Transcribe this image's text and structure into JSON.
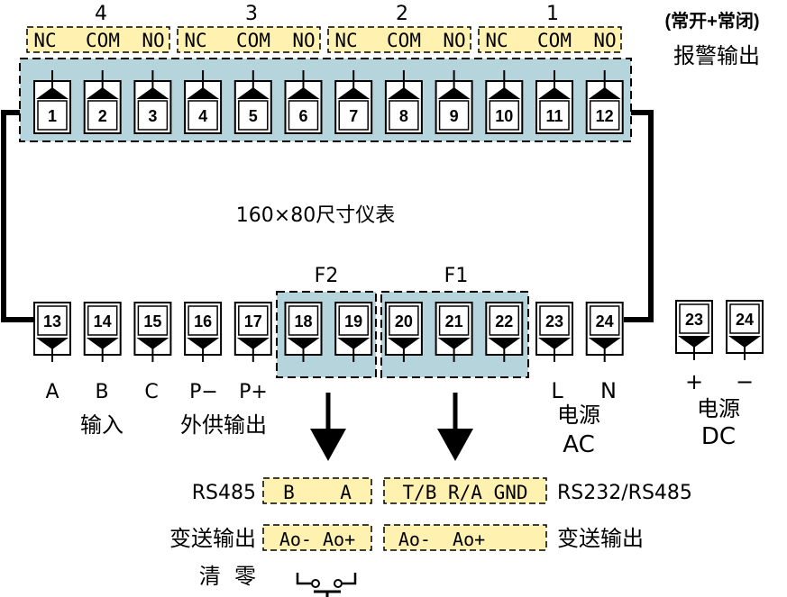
{
  "diagram": {
    "title": "160×80尺寸仪表",
    "alarm": {
      "caption_line1": "(常开+常闭)",
      "caption_line2": "报警输出",
      "relays": [
        {
          "number": "4",
          "contacts": [
            "NC",
            "COM",
            "NO"
          ]
        },
        {
          "number": "3",
          "contacts": [
            "NC",
            "COM",
            "NO"
          ]
        },
        {
          "number": "2",
          "contacts": [
            "NC",
            "COM",
            "NO"
          ]
        },
        {
          "number": "1",
          "contacts": [
            "NC",
            "COM",
            "NO"
          ]
        }
      ]
    },
    "top_terminals": [
      "1",
      "2",
      "3",
      "4",
      "5",
      "6",
      "7",
      "8",
      "9",
      "10",
      "11",
      "12"
    ],
    "bottom_terminals": [
      "13",
      "14",
      "15",
      "16",
      "17",
      "18",
      "19",
      "20",
      "21",
      "22",
      "23",
      "24"
    ],
    "dc_terminals": [
      "23",
      "24"
    ],
    "slot_f2": "F2",
    "slot_f1": "F1",
    "pin_labels": {
      "t13": "A",
      "t14": "B",
      "t15": "C",
      "t16": "P−",
      "t17": "P+",
      "t23": "L",
      "t24": "N",
      "dc_plus": "+",
      "dc_minus": "−"
    },
    "groups": {
      "input": "输入",
      "external_supply": "外供输出",
      "power_ac_line1": "电源",
      "power_ac_line2": "AC",
      "power_dc_line1": "电源",
      "power_dc_line2": "DC"
    },
    "f2_options": {
      "rs485_label": "RS485",
      "rs485_pins": "B    A",
      "transmit_label": "变送输出",
      "transmit_pins": "Ao- Ao+",
      "clear_label": "清  零"
    },
    "f1_options": {
      "comm_pins": "T/B R/A GND",
      "comm_label": "RS232/RS485",
      "transmit_pins": "Ao-  Ao+",
      "transmit_label": "变送输出"
    }
  },
  "colors": {
    "panel_fill": "#b6d4dc",
    "label_fill": "#fff1b0",
    "line": "#000000"
  }
}
